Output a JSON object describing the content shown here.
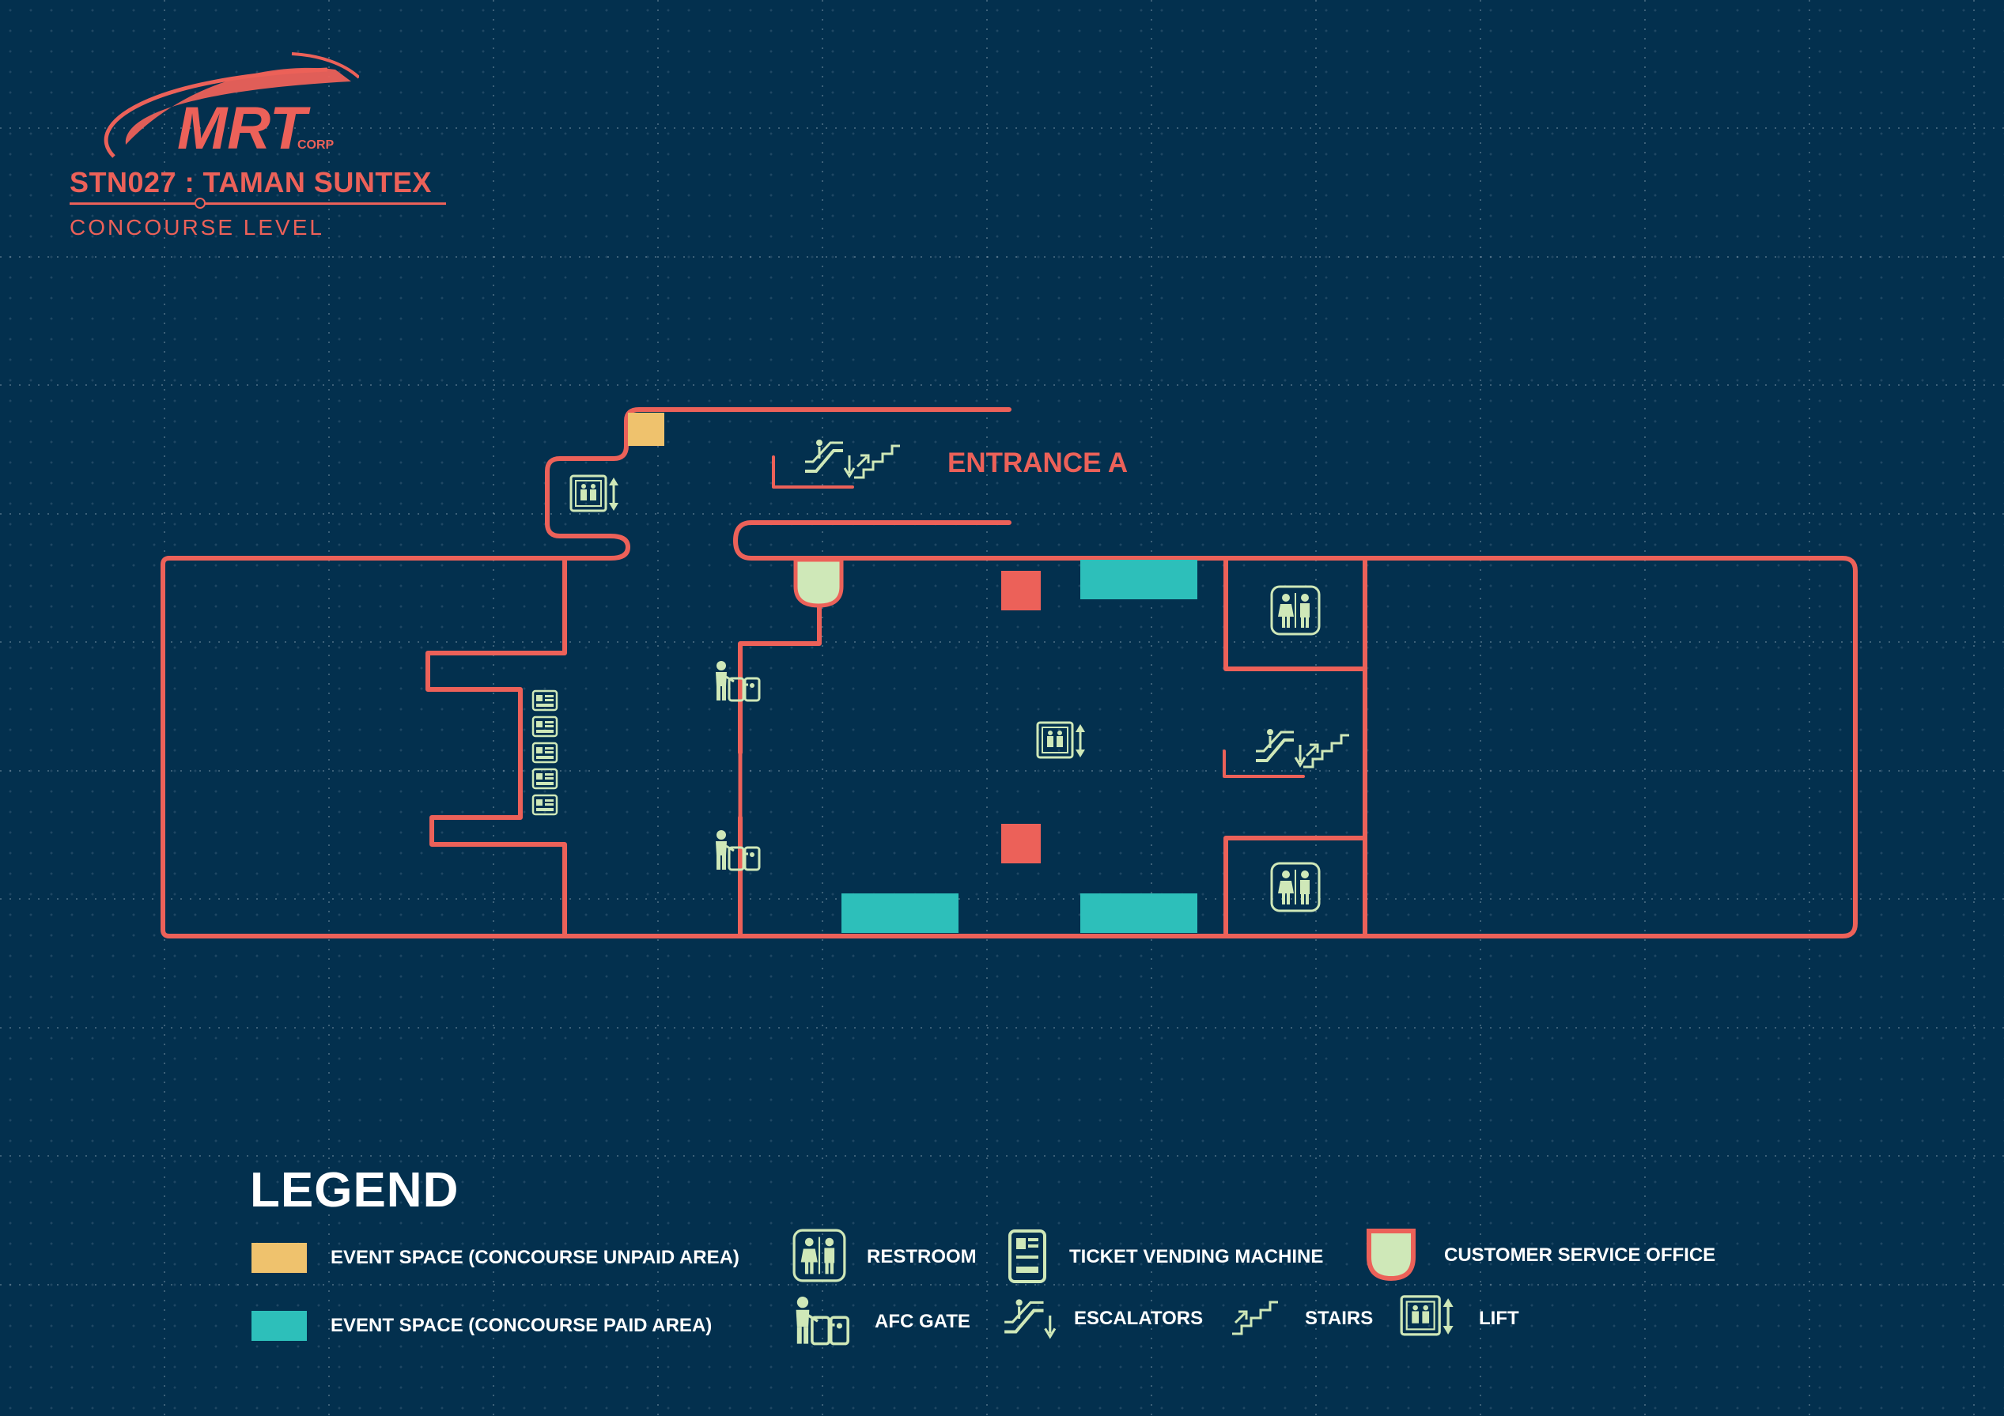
{
  "header": {
    "logo_text": "MRT",
    "logo_subtext": "CORP",
    "station_title": "STN027 : TAMAN SUNTEX",
    "level": "CONCOURSE LEVEL"
  },
  "map": {
    "entrance_label": "ENTRANCE A"
  },
  "legend": {
    "title": "LEGEND",
    "items": {
      "event_unpaid": "EVENT SPACE (CONCOURSE UNPAID AREA)",
      "event_paid": "EVENT SPACE (CONCOURSE PAID AREA)",
      "restroom": "RESTROOM",
      "afc_gate": "AFC GATE",
      "tvm": "TICKET VENDING MACHINE",
      "escalators": "ESCALATORS",
      "stairs": "STAIRS",
      "lift": "LIFT",
      "cso": "CUSTOMER SERVICE OFFICE"
    }
  },
  "colors": {
    "background": "#03304e",
    "wall": "#ec6159",
    "unpaid_event": "#efc26d",
    "paid_event": "#2dbfba",
    "icon": "#cfe8b8",
    "cso_fill": "#cfe8b8"
  }
}
